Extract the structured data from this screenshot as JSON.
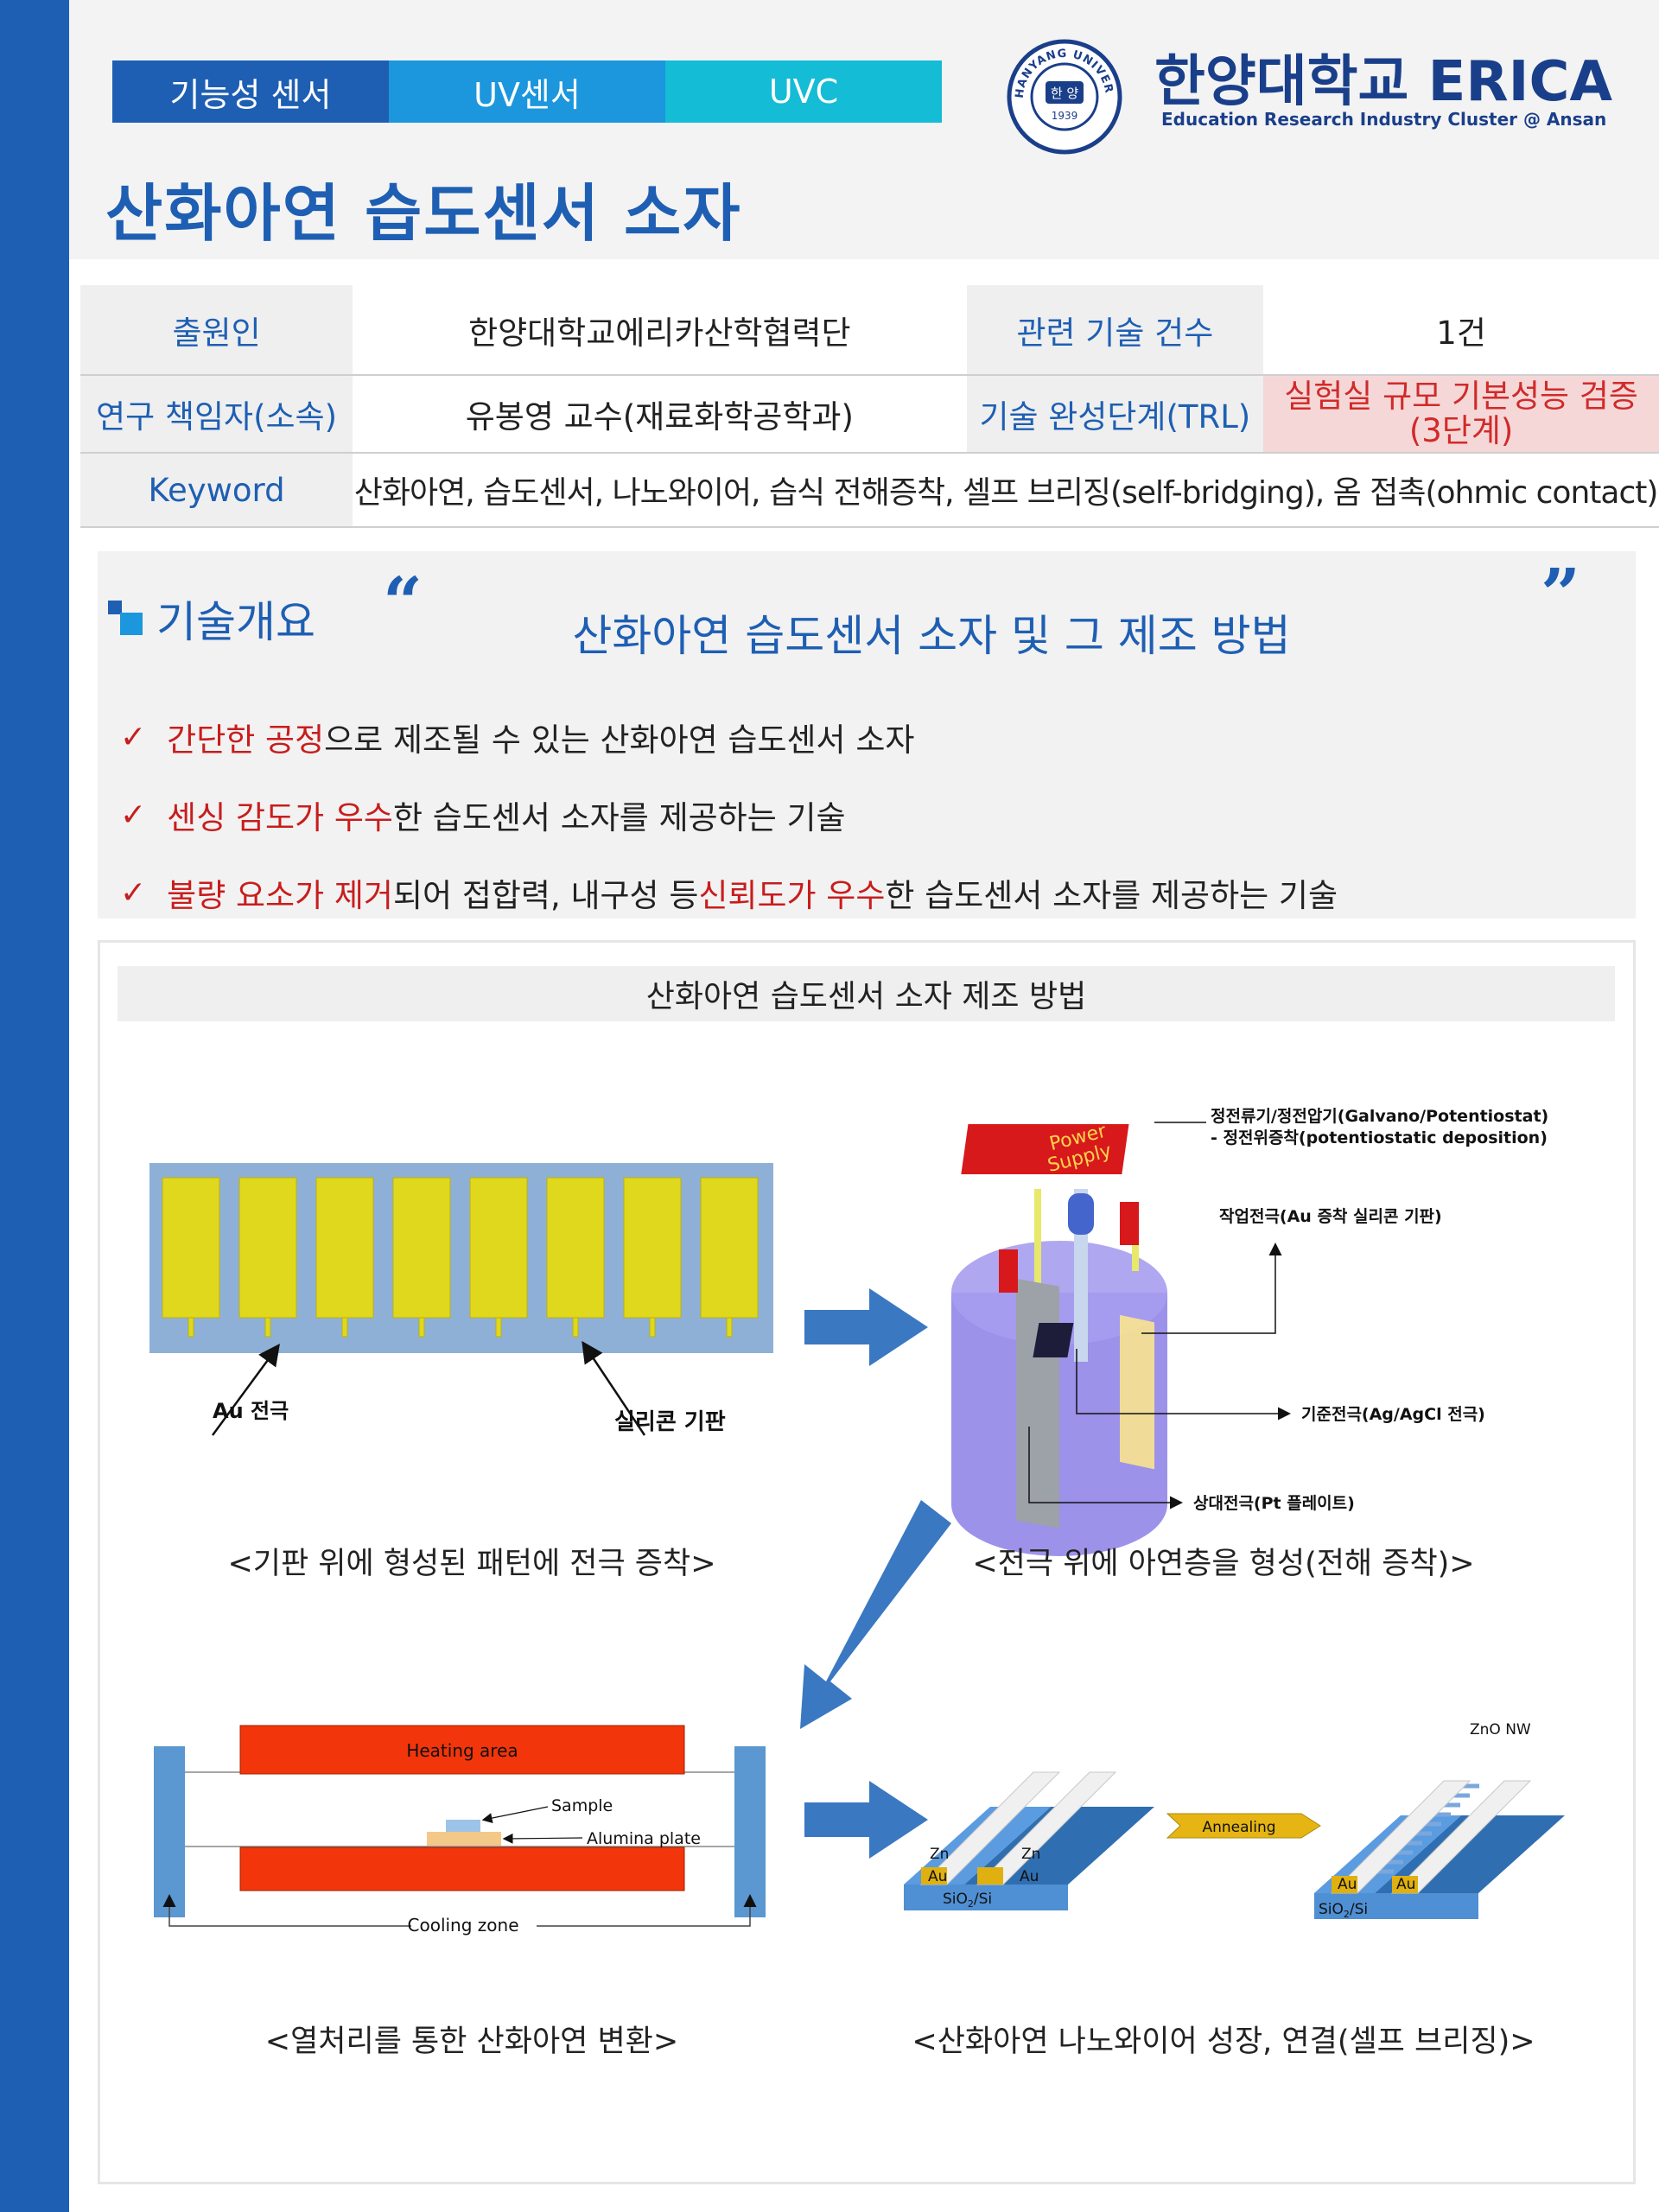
{
  "tabs": [
    {
      "label": "기능성 센서",
      "color": "#1e5fb3"
    },
    {
      "label": "UV센서",
      "color": "#1c96dc"
    },
    {
      "label": "UVC",
      "color": "#15bcd6"
    }
  ],
  "logo": {
    "name": "한양대학교 ERICA",
    "tagline": "Education Research Industry Cluster @ Ansan",
    "seal_text": "HANYANG UNIVERSITY",
    "seal_center": "한 양",
    "seal_year": "1939"
  },
  "title": "산화아연 습도센서 소자",
  "info": {
    "applicant_label": "출원인",
    "applicant_value": "한양대학교에리카산학협력단",
    "count_label": "관련 기술 건수",
    "count_value": "1건",
    "researcher_label": "연구 책임자(소속)",
    "researcher_value": "유봉영 교수(재료화학공학과)",
    "trl_label": "기술 완성단계(TRL)",
    "trl_value_line1": "실험실 규모 기본성능 검증",
    "trl_value_line2": "(3단계)",
    "keyword_label": "Keyword",
    "keyword_value": "산화아연, 습도센서, 나노와이어, 습식 전해증착, 셀프 브리징(self-bridging), 옴 접촉(ohmic contact)"
  },
  "overview": {
    "heading": "기술개요",
    "subtitle": "산화아연 습도센서 소자 및 그 제조 방법",
    "bullets": [
      {
        "highlight": "간단한 공정",
        "rest": "으로 제조될 수 있는 산화아연 습도센서 소자"
      },
      {
        "highlight": "센싱 감도가 우수",
        "rest": "한 습도센서 소자를 제공하는 기술"
      },
      {
        "highlight": "불량 요소가 제거",
        "mid": "되어 접합력, 내구성 등 ",
        "highlight2": "신뢰도가 우수",
        "rest": "한 습도센서 소자를 제공하는 기술"
      }
    ]
  },
  "diagram": {
    "title": "산화아연 습도센서 소자 제조 방법",
    "step1": {
      "au_label": "Au 전극",
      "si_label": "실리콘 기판",
      "caption": "<기판 위에 형성된 패턴에 전극 증착>"
    },
    "step2": {
      "power_line1": "Power",
      "power_line2": "Supply",
      "potentiostat_line1": "정전류기/정전압기(Galvano/Potentiostat)",
      "potentiostat_line2": "- 정전위증착(potentiostatic deposition)",
      "working": "작업전극(Au 증착 실리콘 기판)",
      "reference": "기준전극(Ag/AgCl 전극)",
      "counter": "상대전극(Pt 플레이트)",
      "caption": "<전극 위에 아연층을 형성(전해 증착)>"
    },
    "step3": {
      "heating": "Heating area",
      "sample": "Sample",
      "alumina": "Alumina plate",
      "cooling": "Cooling zone",
      "caption": "<열처리를 통한 산화아연 변환>"
    },
    "step4": {
      "zn": "Zn",
      "au": "Au",
      "substrate": "SiO",
      "substrate_sub": "2",
      "substrate_tail": "/Si",
      "annealing": "Annealing",
      "zno": "ZnO NW",
      "caption": "<산화아연 나노와이어 성장, 연결(셀프 브리징)>"
    }
  }
}
